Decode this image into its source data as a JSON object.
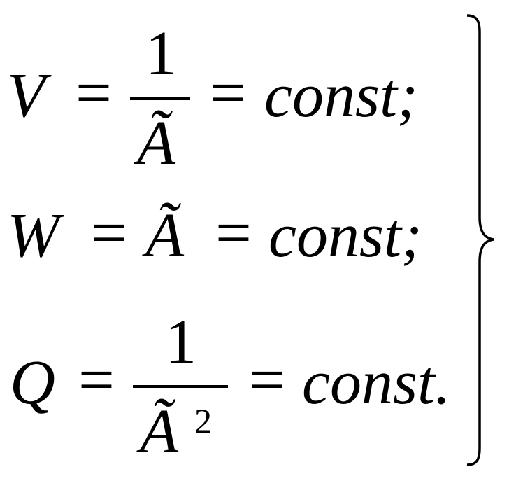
{
  "equations": [
    {
      "lhs": "V",
      "eq1": "=",
      "numerator": "1",
      "denominator": "Ã",
      "eq2": "=",
      "rhs": "const;"
    },
    {
      "lhs": "W",
      "eq1": "=",
      "mid": "Ã",
      "eq2": "=",
      "rhs": "const;"
    },
    {
      "lhs": "Q",
      "eq1": "=",
      "numerator": "1",
      "denominator": "Ã",
      "exponent": "2",
      "eq2": "=",
      "rhs": "const."
    }
  ],
  "brace": "right-curly-brace"
}
